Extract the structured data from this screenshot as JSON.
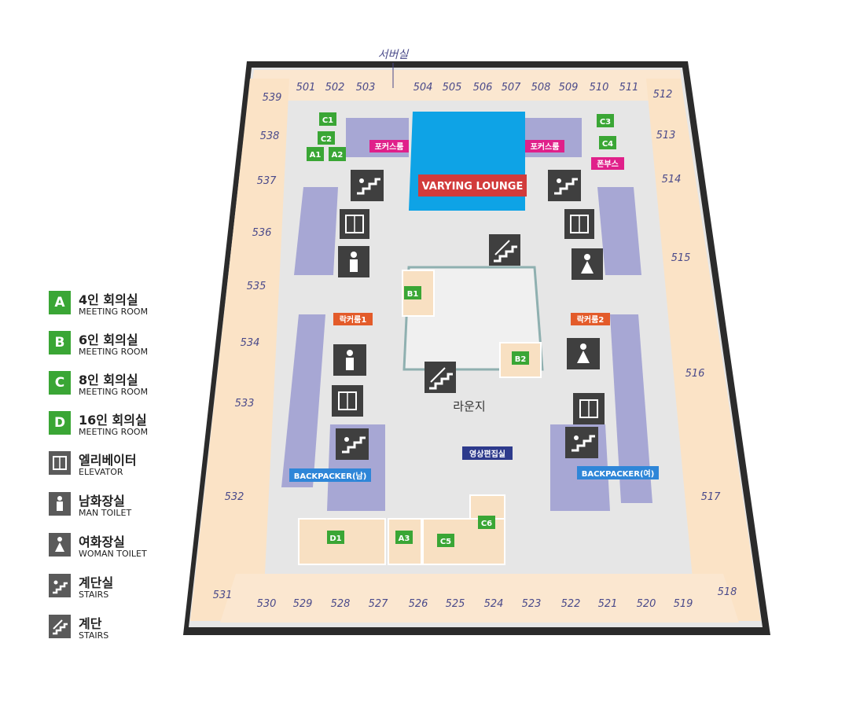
{
  "map": {
    "server_room": "서버실",
    "lounge_center": "라운지",
    "varying_lounge": "VARYING LOUNGE",
    "focus_room_left": "포커스룸",
    "focus_room_right": "포커스룸",
    "phone_booth": "폰부스",
    "locker_room_1": "락커룸1",
    "locker_room_2": "락커룸2",
    "video_edit_room": "영상편집실",
    "backpacker_male": "BACKPACKER(남)",
    "backpacker_female": "BACKPACKER(여)",
    "rooms_top": [
      "501",
      "502",
      "503",
      "504",
      "505",
      "506",
      "507",
      "508",
      "509",
      "510",
      "511"
    ],
    "rooms_left": [
      "539",
      "538",
      "537",
      "536",
      "535",
      "534",
      "533",
      "532",
      "531"
    ],
    "rooms_right": [
      "512",
      "513",
      "514",
      "515",
      "516",
      "517",
      "518"
    ],
    "rooms_bottom": [
      "530",
      "529",
      "528",
      "527",
      "526",
      "525",
      "524",
      "523",
      "522",
      "521",
      "520",
      "519"
    ],
    "meeting_badges": [
      "C1",
      "C2",
      "A1",
      "A2",
      "C3",
      "C4",
      "B1",
      "B2",
      "D1",
      "A3",
      "C5",
      "C6"
    ]
  },
  "legend": [
    {
      "badge": "A",
      "ko": "4인 회의실",
      "en": "MEETING ROOM",
      "icon": "meeting-a"
    },
    {
      "badge": "B",
      "ko": "6인 회의실",
      "en": "MEETING ROOM",
      "icon": "meeting-b"
    },
    {
      "badge": "C",
      "ko": "8인 회의실",
      "en": "MEETING ROOM",
      "icon": "meeting-c"
    },
    {
      "badge": "D",
      "ko": "16인 회의실",
      "en": "MEETING ROOM",
      "icon": "meeting-d"
    },
    {
      "badge": "",
      "ko": "엘리베이터",
      "en": "ELEVATOR",
      "icon": "elevator-icon"
    },
    {
      "badge": "",
      "ko": "남화장실",
      "en": "MAN TOILET",
      "icon": "man-toilet-icon"
    },
    {
      "badge": "",
      "ko": "여화장실",
      "en": "WOMAN TOILET",
      "icon": "woman-toilet-icon"
    },
    {
      "badge": "",
      "ko": "계단실",
      "en": "STAIRS",
      "icon": "stairwell-icon"
    },
    {
      "badge": "",
      "ko": "계단",
      "en": "STAIRS",
      "icon": "stairs-icon"
    }
  ],
  "colors": {
    "green": "#3aa635",
    "magenta": "#e0208a",
    "orange": "#e35b2a",
    "blue_label": "#2f86d8",
    "navy_label": "#2d3a8c",
    "red_label": "#d23b3b",
    "lounge_blue": "#0aa0e6",
    "room_peach": "#fbe3c6",
    "corridor_purple": "#9c9ccc",
    "floor_gray": "#e3e3e3"
  }
}
